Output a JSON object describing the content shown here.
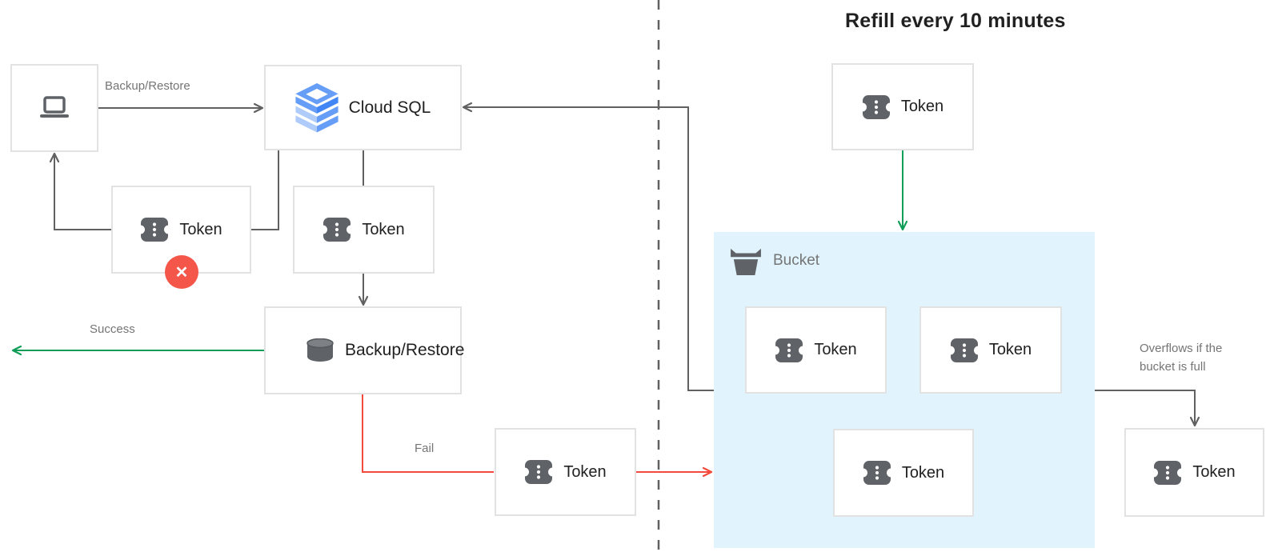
{
  "title": "Refill every 10 minutes",
  "bucket": {
    "label": "Bucket",
    "icon": "bucket-icon"
  },
  "nodes": {
    "client": {
      "icon": "laptop-icon"
    },
    "cloud_sql": {
      "label": "Cloud SQL",
      "icon": "cloud-sql-icon"
    },
    "backup_restore": {
      "label": "Backup/Restore",
      "icon": "database-icon"
    },
    "token_label": "Token",
    "token_icon": "token-icon"
  },
  "edge_labels": {
    "backup_restore": "Backup/Restore",
    "success": "Success",
    "fail": "Fail",
    "overflow": "Overflows if the bucket is full"
  },
  "badges": {
    "error_x": "✕"
  },
  "colors": {
    "line": "#616161",
    "label": "#757575",
    "text": "#212121",
    "success_green": "#0f9d58",
    "fail_red": "#f44a3b",
    "bucket_fill": "#e1f4fd",
    "icon_gray": "#5f6368",
    "error_badge": "#f5564a",
    "cloud_sql_blue": "#669df6",
    "cloud_sql_light": "#aecbfa"
  }
}
